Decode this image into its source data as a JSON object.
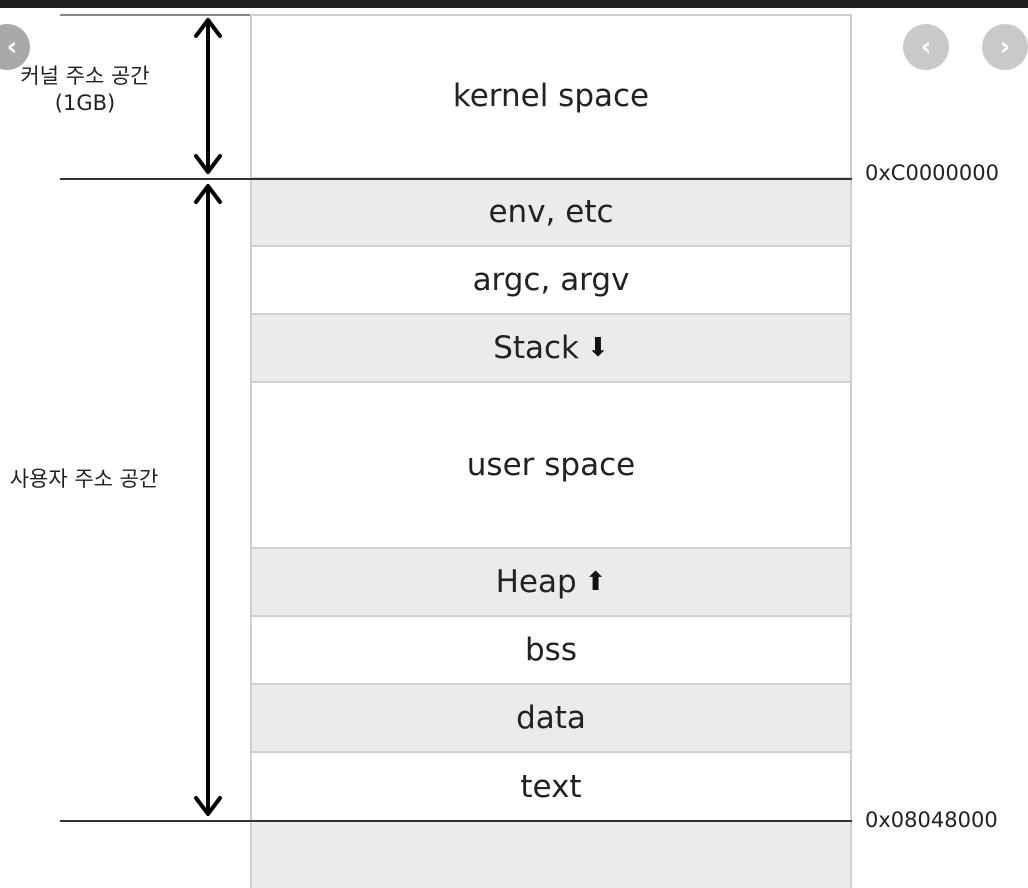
{
  "nav": {
    "prev_glyph": "‹",
    "next_glyph": "›",
    "left_glyph": "‹"
  },
  "diagram": {
    "labels": {
      "kernel_side": "커널 주소 공간",
      "kernel_size": "(1GB)",
      "user_side": "사용자 주소 공간"
    },
    "addresses": {
      "top": "0xC0000000",
      "bottom": "0x08048000"
    },
    "segments": [
      {
        "label": "kernel space",
        "arrow": "",
        "arrow_name": ""
      },
      {
        "label": "env, etc",
        "arrow": "",
        "arrow_name": ""
      },
      {
        "label": "argc, argv",
        "arrow": "",
        "arrow_name": ""
      },
      {
        "label": "Stack",
        "arrow": "⬇",
        "arrow_name": "arrow-down-icon"
      },
      {
        "label": "user space",
        "arrow": "",
        "arrow_name": ""
      },
      {
        "label": "Heap",
        "arrow": "⬆",
        "arrow_name": "arrow-up-icon"
      },
      {
        "label": "bss",
        "arrow": "",
        "arrow_name": ""
      },
      {
        "label": "data",
        "arrow": "",
        "arrow_name": ""
      },
      {
        "label": "text",
        "arrow": "",
        "arrow_name": ""
      },
      {
        "label": "",
        "arrow": "",
        "arrow_name": ""
      }
    ],
    "colors": {
      "segment_gray": "#ebebeb",
      "segment_white": "#ffffff",
      "border": "#cfcfcf",
      "arrow": "#111111"
    }
  }
}
